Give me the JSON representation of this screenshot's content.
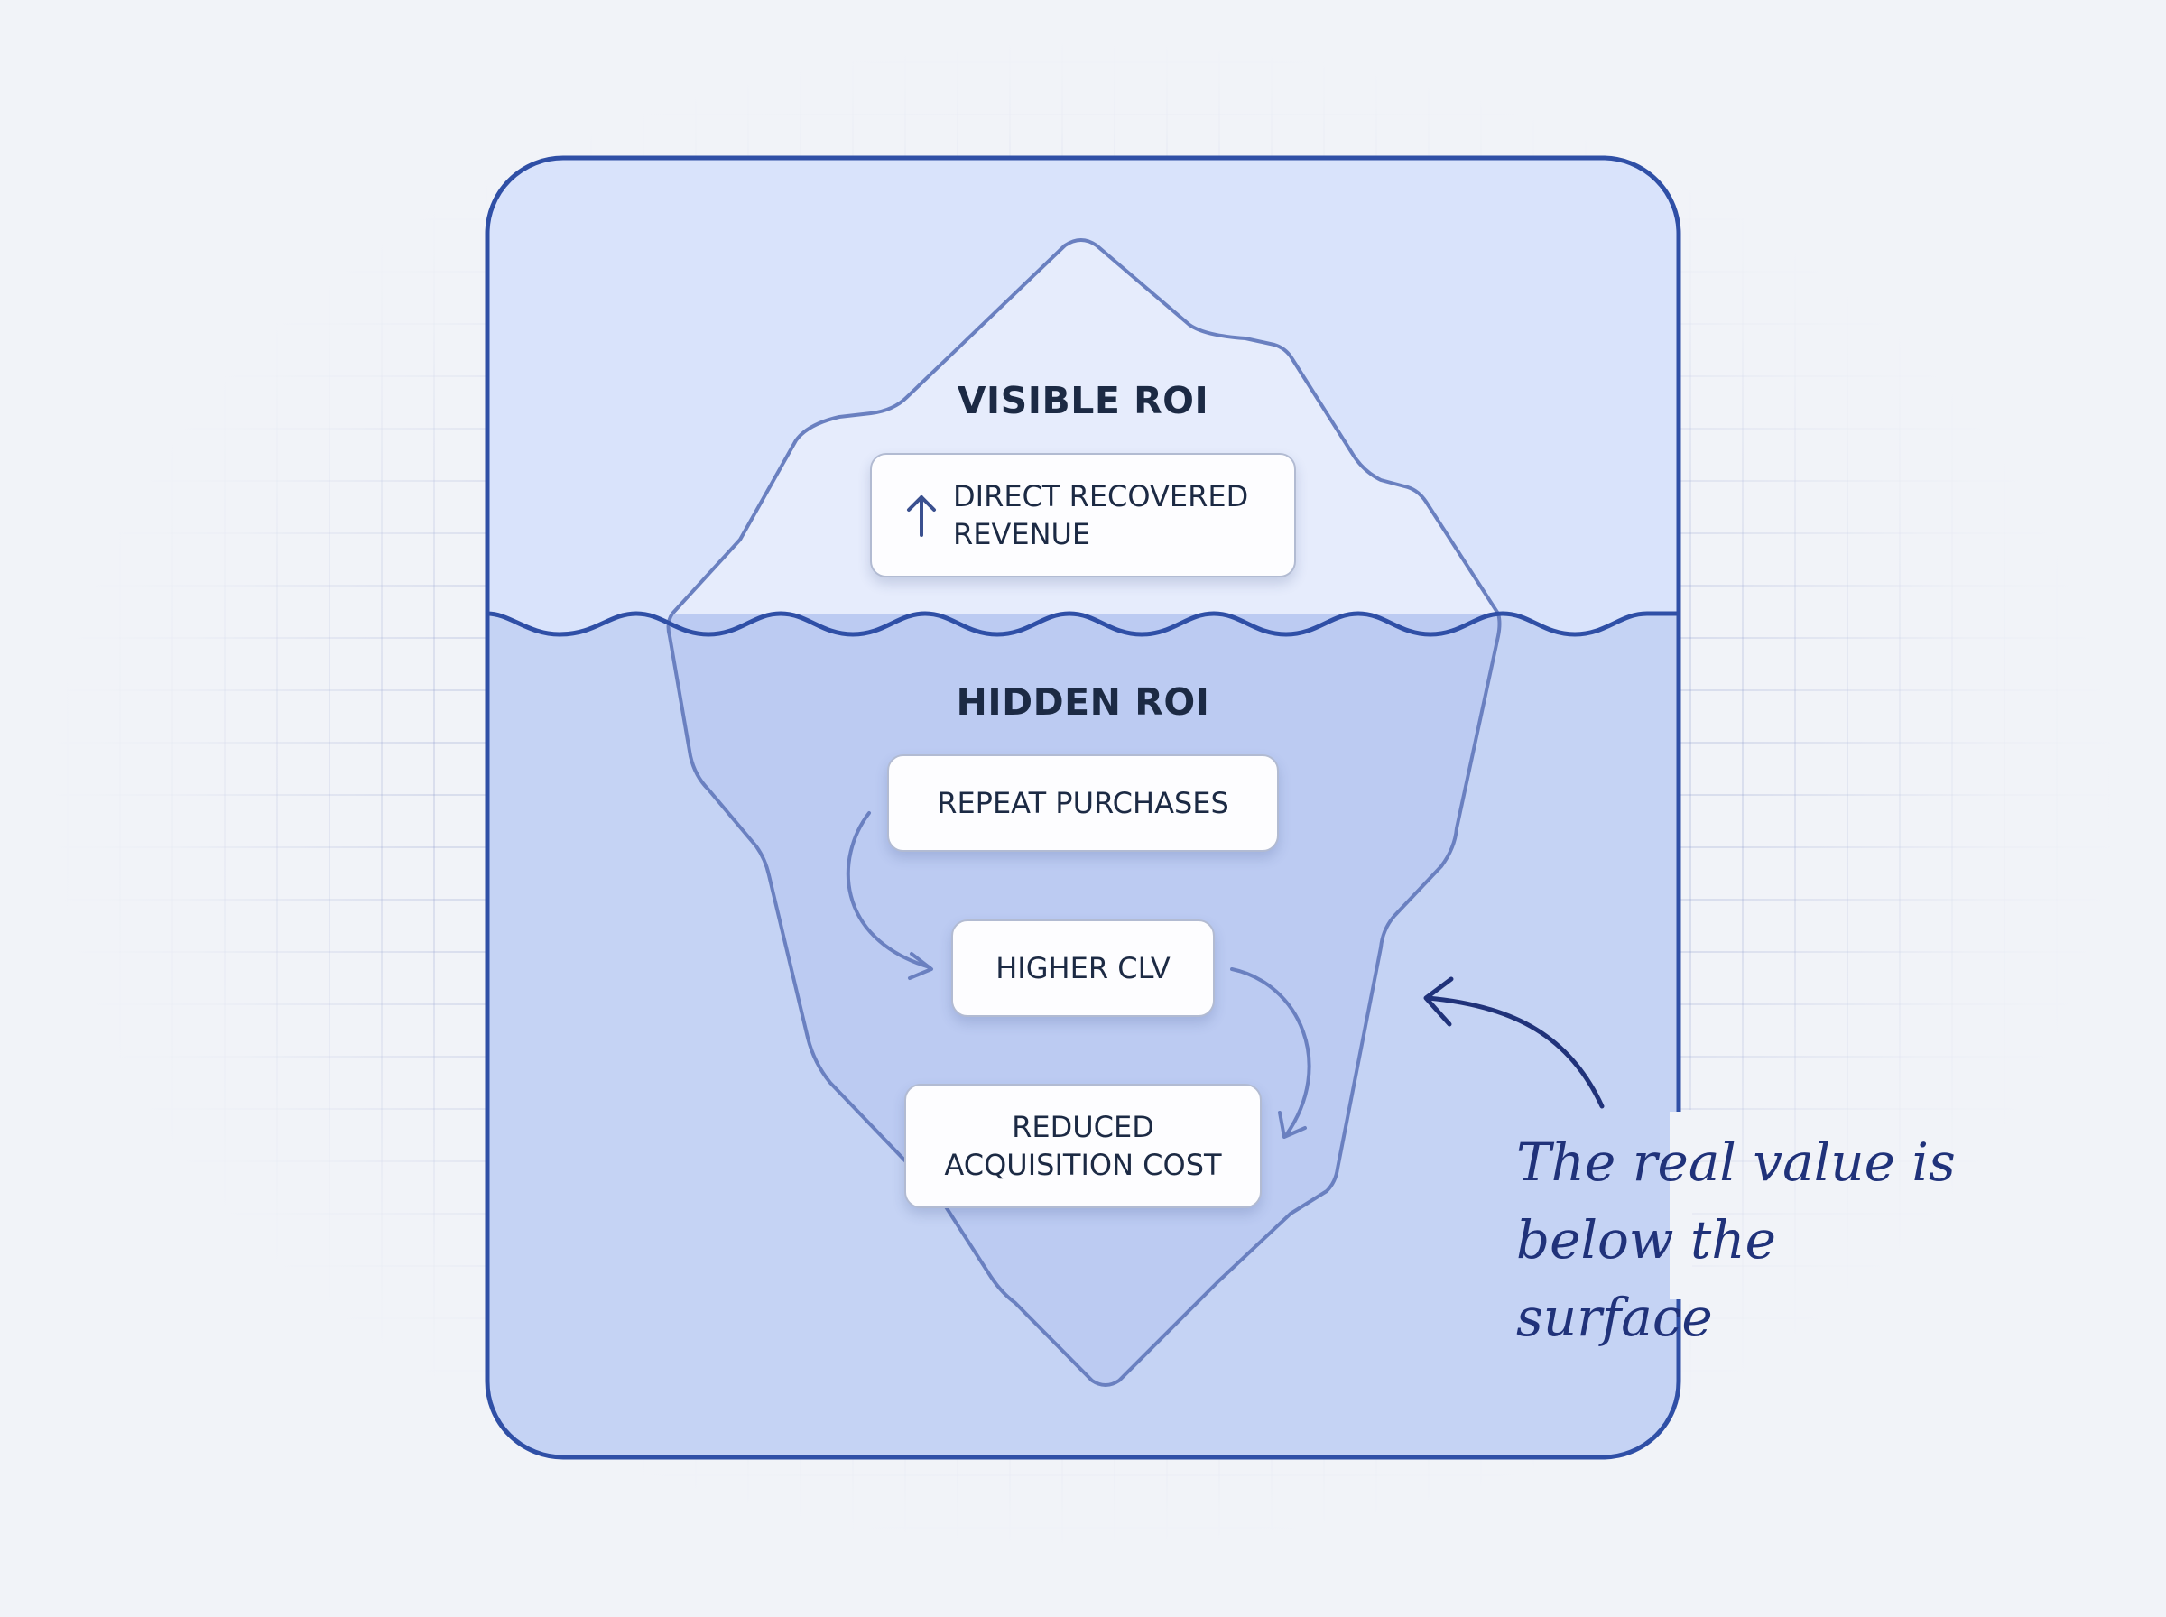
{
  "diagram": {
    "visible_section": {
      "heading": "VISIBLE ROI",
      "items": [
        {
          "label": "DIRECT RECOVERED\nREVENUE",
          "icon": "arrow-up-icon"
        }
      ]
    },
    "hidden_section": {
      "heading": "HIDDEN ROI",
      "items": [
        {
          "label": "REPEAT PURCHASES"
        },
        {
          "label": "HIGHER CLV"
        },
        {
          "label": "REDUCED\nACQUISITION COST"
        }
      ],
      "flow": [
        "REPEAT PURCHASES",
        "HIGHER CLV",
        "REDUCED\nACQUISITION COST"
      ]
    },
    "annotation": {
      "text": "The real value is\nbelow the surface",
      "points_to": "hidden-section"
    },
    "colors": {
      "frame_stroke": "#2f4fa6",
      "sky": "#d9e3fb",
      "water": "#c5d3f4",
      "iceberg_stroke": "#6a80c0",
      "text": "#1c2a44",
      "annotation": "#20327a"
    }
  }
}
